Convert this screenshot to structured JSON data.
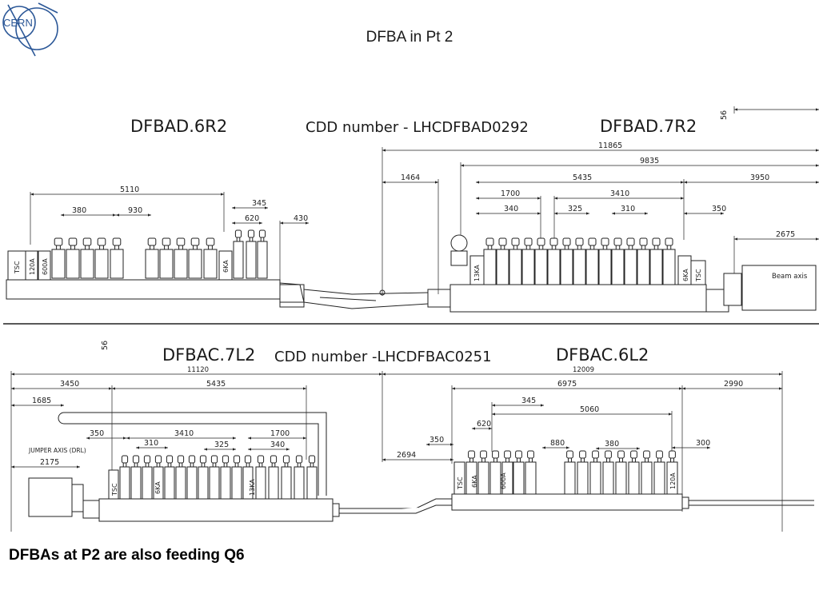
{
  "header": {
    "logo_text": "CERN",
    "title": "DFBA in Pt 2"
  },
  "top_drawing": {
    "name_left": "DFBAD.6R2",
    "cdd_label": "CDD number - LHCDFBAD0292",
    "name_right": "DFBAD.7R2",
    "dims": [
      "56",
      "11865",
      "9835",
      "5435",
      "3950",
      "1464",
      "1700",
      "3410",
      "5110",
      "345",
      "340",
      "325",
      "310",
      "350",
      "380",
      "930",
      "620",
      "430",
      "2675"
    ],
    "lead_labels": [
      "TSC",
      "120A",
      "600A",
      "6KA",
      "13KA",
      "6KA",
      "TSC"
    ],
    "beam_axis": "Beam axis"
  },
  "bottom_drawing": {
    "name_left": "DFBAC.7L2",
    "cdd_label": "CDD number -LHCDFBAC0251",
    "name_right": "DFBAC.6L2",
    "dims": [
      "56",
      "11120",
      "12009",
      "3450",
      "5435",
      "6975",
      "2990",
      "1685",
      "345",
      "5060",
      "620",
      "350",
      "3410",
      "1700",
      "310",
      "325",
      "340",
      "880",
      "380",
      "300",
      "2694",
      "2175"
    ],
    "jumper_axis": "JUMPER AXIS (DRL)",
    "lead_labels": [
      "TSC",
      "6KA",
      "13KA",
      "TSC",
      "6KA",
      "600A",
      "120A"
    ]
  },
  "caption": "DFBAs at P2 are also feeding Q6"
}
